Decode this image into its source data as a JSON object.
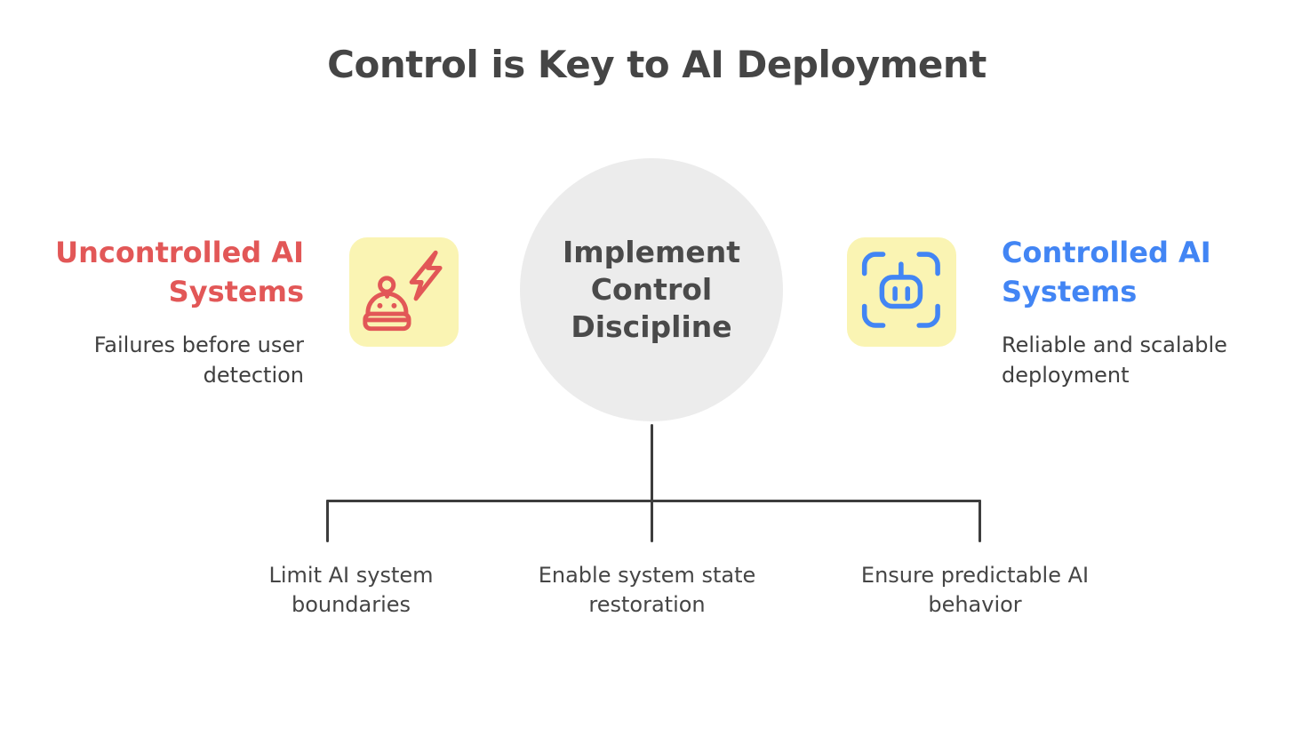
{
  "title": "Control is Key to AI Deployment",
  "center_node": {
    "label": "Implement\nControl\nDiscipline"
  },
  "left_branch": {
    "heading": "Uncontrolled AI\nSystems",
    "subtitle": "Failures before user\ndetection",
    "icon": "robot-lightning-icon"
  },
  "right_branch": {
    "heading": "Controlled AI\nSystems",
    "subtitle": "Reliable and scalable\ndeployment",
    "icon": "robot-scan-icon"
  },
  "bottom_branches": [
    {
      "label": "Limit AI system\nboundaries"
    },
    {
      "label": "Enable system state\nrestoration"
    },
    {
      "label": "Ensure predictable AI\nbehavior"
    }
  ],
  "colors": {
    "background": "#ffffff",
    "title_text": "#454545",
    "center_circle_fill": "#ececec",
    "center_text": "#4a4a4a",
    "uncontrolled_accent": "#e25757",
    "controlled_accent": "#4285f4",
    "icon_tile_fill": "#faf4b3",
    "connector_line": "#3d3d3d",
    "body_text": "#3f3f3f"
  }
}
